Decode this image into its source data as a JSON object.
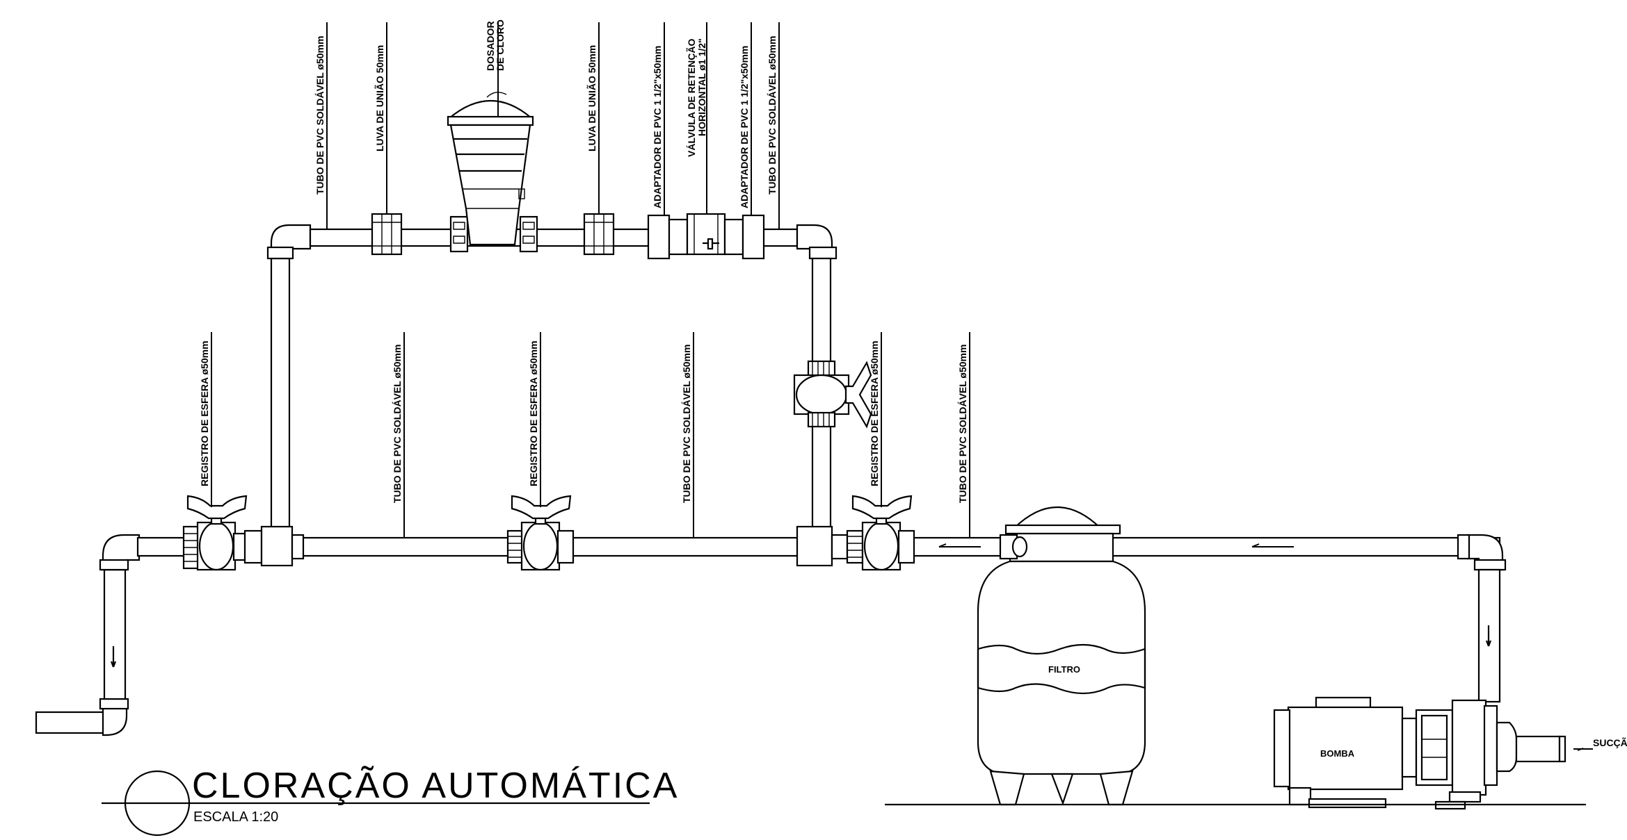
{
  "title": {
    "main": "CLORAÇÃO AUTOMÁTICA",
    "scale": "ESCALA 1:20"
  },
  "labels": {
    "tubo_top_left": "TUBO DE PVC SOLDÁVEL ø50mm",
    "luva_left": "LUVA DE UNIÃO 50mm",
    "dosador_line1": "DOSADOR",
    "dosador_line2": "DE CLORO",
    "luva_right": "LUVA DE UNIÃO 50mm",
    "adaptador_left": "ADAPTADOR DE PVC 1 1/2\"x50mm",
    "valvula_line1": "VÁLVULA DE RETENÇÃO",
    "valvula_line2": "HORIZONTAL ø1 1/2\"",
    "adaptador_right": "ADAPTADOR DE PVC 1 1/2\"x50mm",
    "tubo_top_right": "TUBO DE PVC SOLDÁVEL ø50mm",
    "registro_1": "REGISTRO DE ESFERA ø50mm",
    "tubo_bottom_1": "TUBO DE PVC SOLDÁVEL ø50mm",
    "registro_2": "REGISTRO DE ESFERA ø50mm",
    "tubo_bottom_2": "TUBO DE PVC SOLDÁVEL ø50mm",
    "registro_3": "REGISTRO DE ESFERA ø50mm",
    "tubo_bottom_3": "TUBO DE PVC SOLDÁVEL ø50mm",
    "succao": "SUCÇÃ"
  },
  "equipment": {
    "filtro": "FILTRO",
    "bomba": "BOMBA"
  }
}
